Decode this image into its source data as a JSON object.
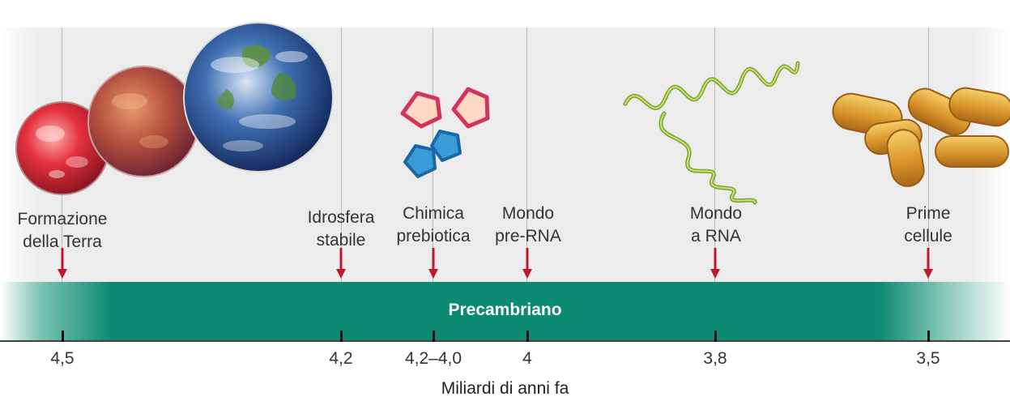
{
  "events": [
    {
      "id": "formazione",
      "lines": [
        "Formazione",
        "della Terra"
      ]
    },
    {
      "id": "idrosfera",
      "lines": [
        "Idrosfera",
        "stabile"
      ]
    },
    {
      "id": "chimica",
      "lines": [
        "Chimica",
        "prebiotica"
      ]
    },
    {
      "id": "preRNA",
      "lines": [
        "Mondo",
        "pre-RNA"
      ]
    },
    {
      "id": "aRNA",
      "lines": [
        "Mondo",
        "a RNA"
      ]
    },
    {
      "id": "cellule",
      "lines": [
        "Prime",
        "cellule"
      ]
    }
  ],
  "band": {
    "label": "Precambriano"
  },
  "ticks": [
    "4,5",
    "4,2",
    "4,2–4,0",
    "4",
    "3,8",
    "3,5"
  ],
  "axis_title": "Miliardi di anni fa",
  "colors": {
    "band": "#0c8a72",
    "arrow": "#c0172b",
    "panel": "#ececec",
    "rna": "#7aa52b",
    "cells": "#d99a2a"
  },
  "icons": [
    "planet-red-icon",
    "planet-orange-icon",
    "earth-icon",
    "pentagon-molecule-icon",
    "rna-helix-icon",
    "bacteria-cells-icon"
  ]
}
